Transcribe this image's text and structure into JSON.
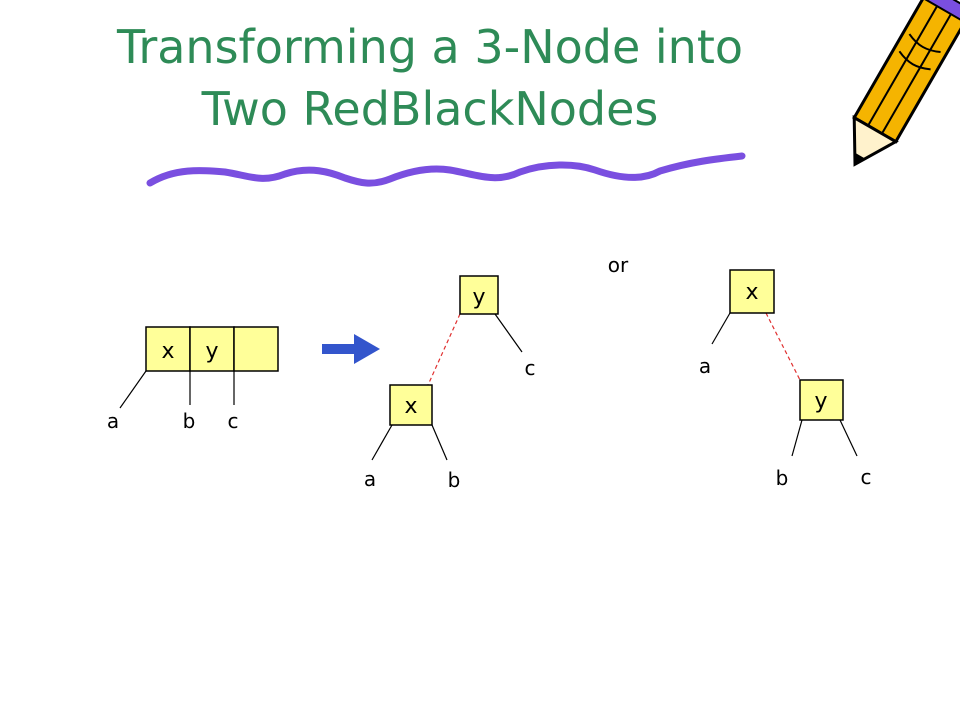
{
  "slide": {
    "title_line1": "Transforming a 3-Node into",
    "title_line2": "Two RedBlackNodes"
  },
  "colors": {
    "title": "#2e8b57",
    "node_fill": "#ffff99",
    "red_link": "#e03030",
    "arrow": "#3355cc",
    "squiggle": "#7a4fe0",
    "pencil_body": "#f5b400"
  },
  "icons": {
    "pencil": "pencil-icon",
    "arrow": "arrow-right-icon",
    "squiggle": "squiggle-divider"
  },
  "diagram": {
    "three_node": {
      "keys": [
        "x",
        "y"
      ],
      "children": [
        "a",
        "b",
        "c"
      ]
    },
    "option_left": {
      "root": "y",
      "child": "x",
      "root_right": "c",
      "child_left": "a",
      "child_right": "b"
    },
    "separator": "or",
    "option_right": {
      "root": "x",
      "child": "y",
      "root_left": "a",
      "child_left": "b",
      "child_right": "c"
    }
  }
}
